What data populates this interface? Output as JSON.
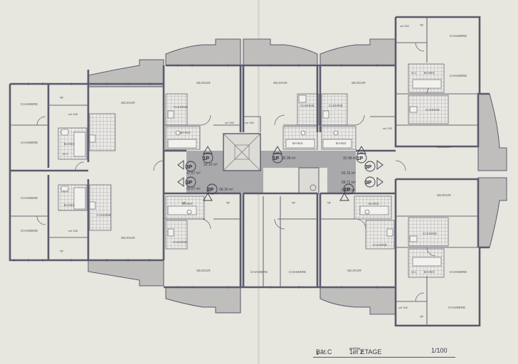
{
  "labels": {
    "chambre": "CHAMBRE",
    "sejour": "SEJOUR",
    "cuisine": "CUISINE",
    "bains": "BAINS",
    "wc": "W.C.",
    "rgt": "rgt",
    "cel": "cel",
    "cel_300": "cel 300",
    "cel_338": "cel 338",
    "cel_323": "cel 323"
  },
  "areas": {
    "a1": "32.10 m²",
    "a2": "32.98 m²",
    "a3": "32.98 m²",
    "a4": "47.67 m²",
    "a5": "58.16 m²",
    "a6": "66.15 m²",
    "a7": "82.67 m²",
    "a8": "58.71 m²",
    "a9": "66.38 m²"
  },
  "typology": {
    "p1": "1P",
    "p2": "2P",
    "p3": "3P"
  },
  "title_block": {
    "building": "Bât.C",
    "building_sub": "1",
    "levels_a": "1",
    "levels_a_sup": "er",
    "levels_b": " et 2",
    "levels_b_sup": "ème",
    "levels_c": "   ETAGE",
    "scale": "1/100"
  }
}
